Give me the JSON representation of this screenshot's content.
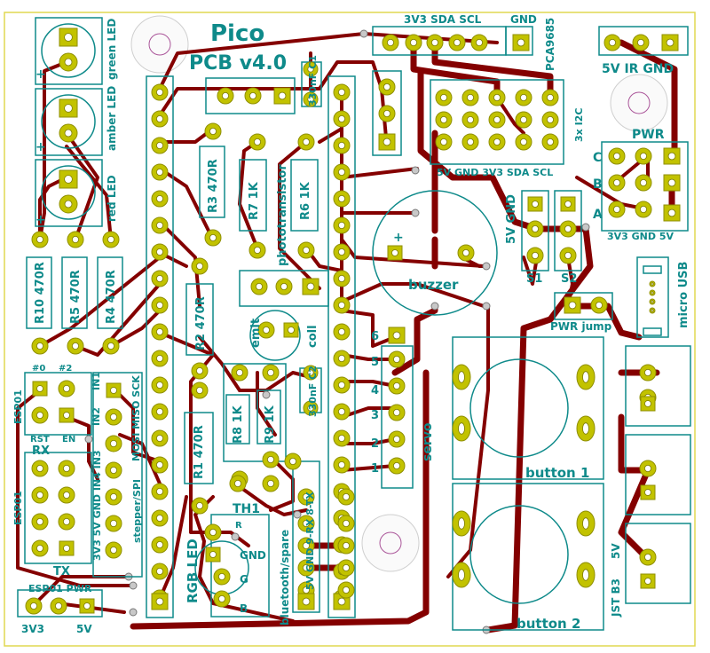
{
  "title": "Pico",
  "subtitle": "PCB v4.0",
  "colors": {
    "silkscreen": "#0e8a8a",
    "copper_trace": "#840000",
    "pad": "#c2c200",
    "edge": "#e0d850"
  },
  "header_top": {
    "pins": "3V3 SDA SCL",
    "gnd": "GND",
    "module": "PCA9685"
  },
  "ir": {
    "pins": "5V IR GND"
  },
  "pwr": {
    "label": "PWR",
    "a": "A",
    "b": "B",
    "c": "C",
    "bottom": "3V3 GND 5V"
  },
  "i2c": {
    "label": "3x I2C",
    "bottom": "5V GND 3V3 SDA SCL"
  },
  "leds": {
    "green": "green LED",
    "amber": "amber LED",
    "red": "red LED",
    "plus": "+"
  },
  "resistors": {
    "r10": "R10 470R",
    "r5": "R5 470R",
    "r4": "R4 470R",
    "r3": "R3 470R",
    "r7": "R7 1K",
    "r6": "R6 1K",
    "r2": "R2 470R",
    "r1": "R1 470R",
    "r8": "R8 1K",
    "r9": "R9 1K"
  },
  "labels": {
    "phototransistor": "phototransistor",
    "cap1": "330nF C1",
    "cap2": "330nF C2",
    "emit": "emit",
    "coll": "coll",
    "buzzer": "buzzer",
    "buzzer_plus": "+",
    "s1": "S1",
    "s2": "S2",
    "fives_gnd": "5V GND",
    "micro_usb": "micro USB",
    "pwr_jump": "PWR jump",
    "button1": "button 1",
    "button2": "button 2",
    "jst": "JST B3",
    "five_v": "5V",
    "servo": "servo",
    "servo_nums": [
      "6",
      "5",
      "4",
      "3",
      "2",
      "1"
    ],
    "rgb": "RGB LED",
    "gnd": "GND",
    "g": "G",
    "b": "B",
    "r": "R",
    "th1": "TH1",
    "bluetooth": "bluetooth/spare",
    "bt_pins": "5V GND 9-RX 8-TX",
    "stepper": "stepper/SPI",
    "stepper_pins": "3V3 5V GND IN4 IN3",
    "spi": "MOSI MISO SCK",
    "in1": "IN1",
    "in2": "IN2",
    "esp01": "ESP01",
    "esp01_pwr": "ESP01 PWR",
    "hash0": "#0",
    "hash2": "#2",
    "rst": "RST",
    "en": "EN",
    "rx": "RX",
    "tx": "TX",
    "v33": "3V3",
    "v5": "5V"
  }
}
